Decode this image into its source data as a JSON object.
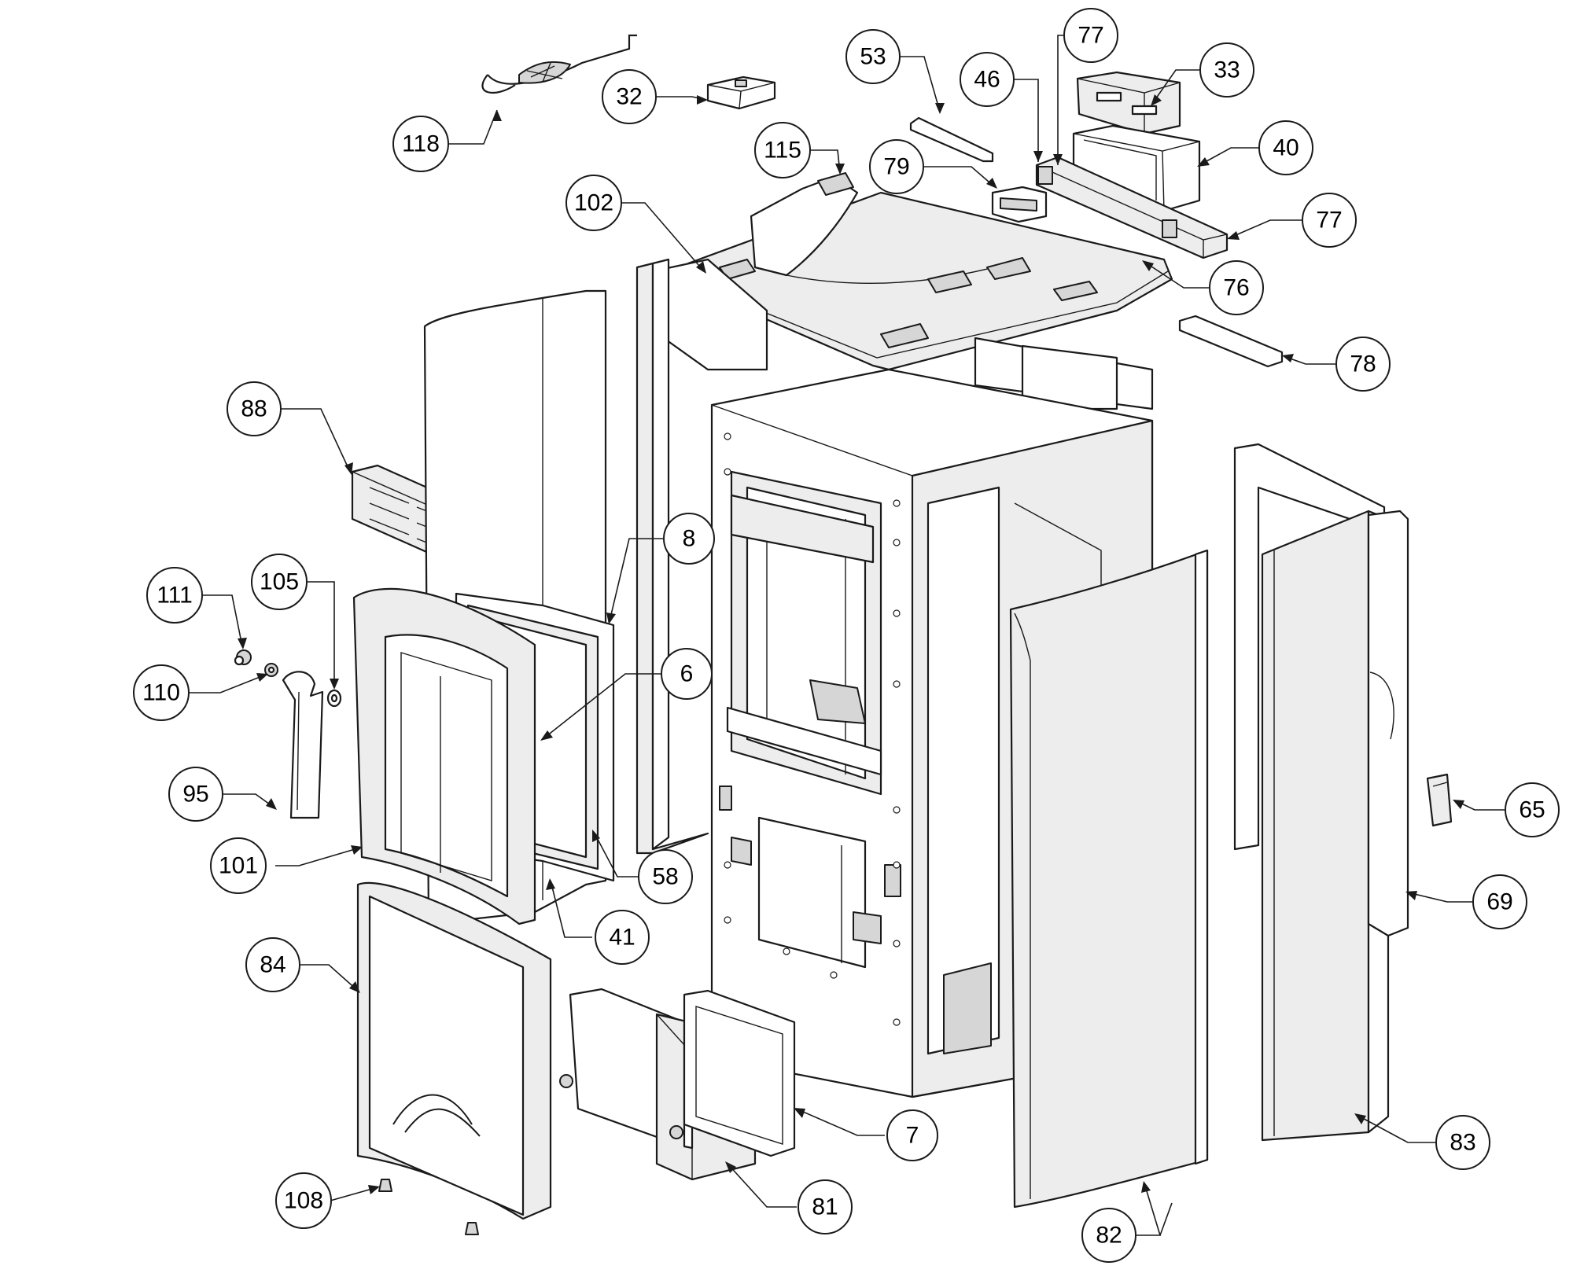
{
  "labels": [
    {
      "id": "118",
      "text": "118"
    },
    {
      "id": "32",
      "text": "32"
    },
    {
      "id": "53",
      "text": "53"
    },
    {
      "id": "46",
      "text": "46"
    },
    {
      "id": "77a",
      "text": "77"
    },
    {
      "id": "33",
      "text": "33"
    },
    {
      "id": "115",
      "text": "115"
    },
    {
      "id": "79",
      "text": "79"
    },
    {
      "id": "40",
      "text": "40"
    },
    {
      "id": "102",
      "text": "102"
    },
    {
      "id": "77b",
      "text": "77"
    },
    {
      "id": "76",
      "text": "76"
    },
    {
      "id": "78",
      "text": "78"
    },
    {
      "id": "88",
      "text": "88"
    },
    {
      "id": "8",
      "text": "8"
    },
    {
      "id": "111",
      "text": "111"
    },
    {
      "id": "105",
      "text": "105"
    },
    {
      "id": "6",
      "text": "6"
    },
    {
      "id": "110",
      "text": "110"
    },
    {
      "id": "95",
      "text": "95"
    },
    {
      "id": "65",
      "text": "65"
    },
    {
      "id": "101",
      "text": "101"
    },
    {
      "id": "58",
      "text": "58"
    },
    {
      "id": "69",
      "text": "69"
    },
    {
      "id": "41",
      "text": "41"
    },
    {
      "id": "84",
      "text": "84"
    },
    {
      "id": "7",
      "text": "7"
    },
    {
      "id": "83",
      "text": "83"
    },
    {
      "id": "108",
      "text": "108"
    },
    {
      "id": "81",
      "text": "81"
    },
    {
      "id": "82",
      "text": "82"
    }
  ]
}
